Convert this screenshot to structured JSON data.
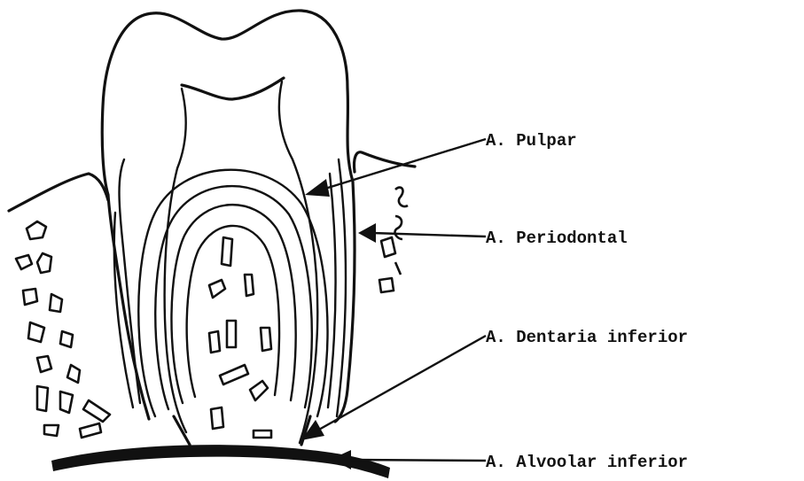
{
  "labels": {
    "pulpar": "A. Pulpar",
    "periodontal": "A. Periodontal",
    "dentaria": "A. Dentaria inferior",
    "alveolar": "A. Alvoolar inferior"
  },
  "colors": {
    "ink": "#111111",
    "background": "#ffffff"
  }
}
